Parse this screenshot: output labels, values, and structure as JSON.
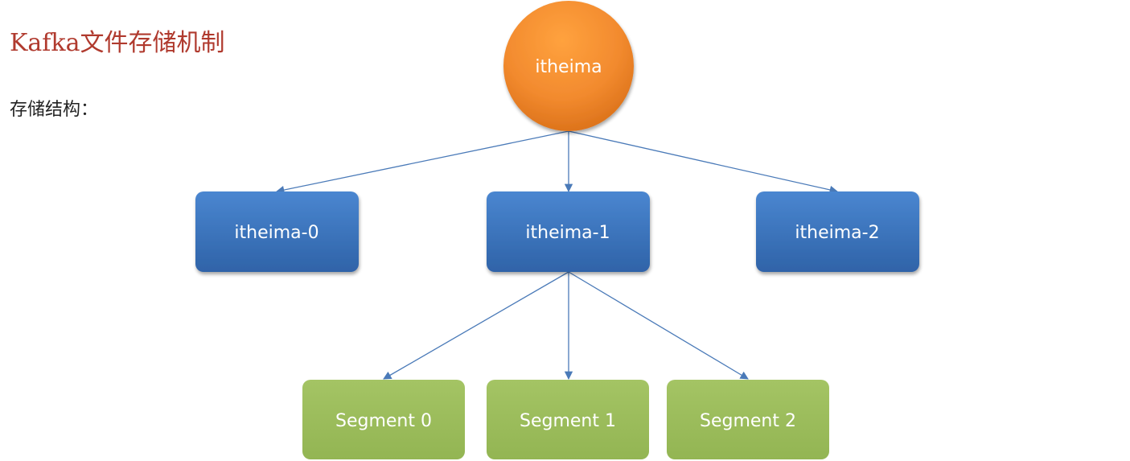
{
  "header": {
    "title": "Kafka文件存储机制",
    "subtitle": "存储结构："
  },
  "diagram": {
    "topic": {
      "label": "itheima"
    },
    "partitions": [
      {
        "label": "itheima-0"
      },
      {
        "label": "itheima-1"
      },
      {
        "label": "itheima-2"
      }
    ],
    "segments": [
      {
        "label": "Segment 0"
      },
      {
        "label": "Segment 1"
      },
      {
        "label": "Segment 2"
      }
    ]
  },
  "colors": {
    "title": "#b03a2e",
    "topic_node": "#f28a2e",
    "partition_node": "#3a6fb5",
    "segment_node": "#9bbb59",
    "edge": "#4a7ab8"
  }
}
